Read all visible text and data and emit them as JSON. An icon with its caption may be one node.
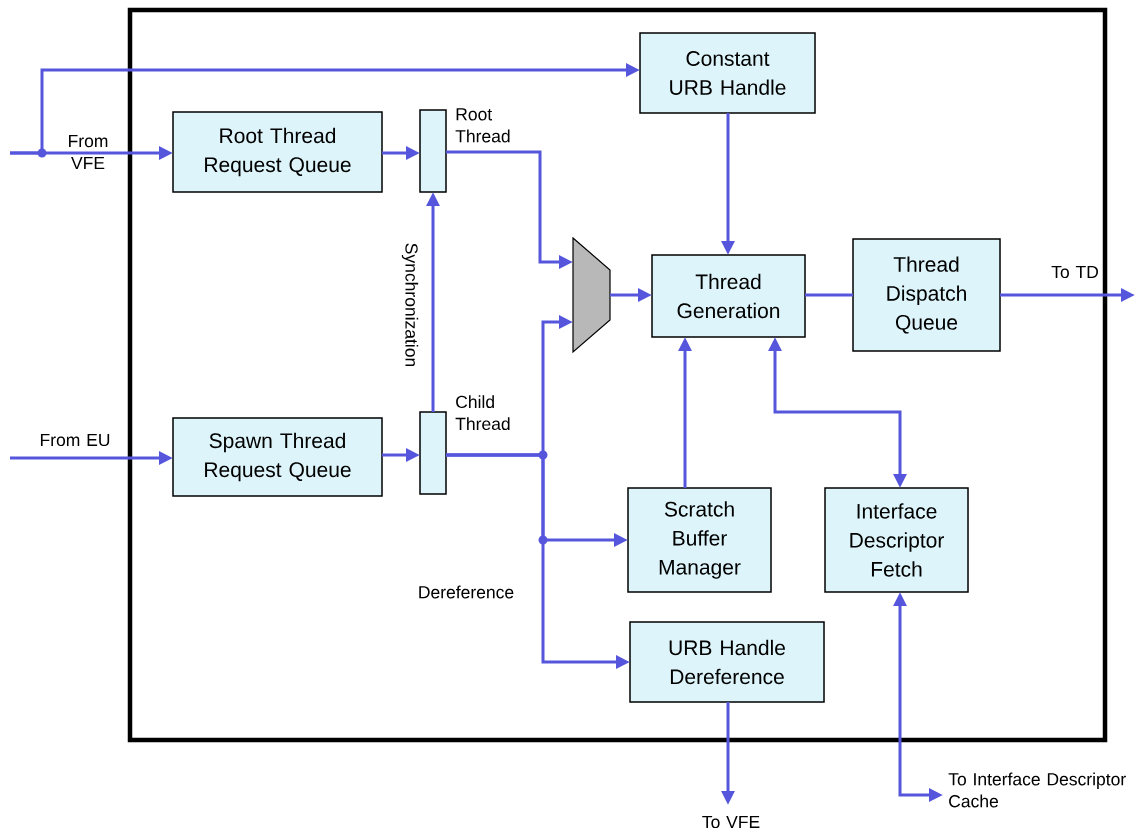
{
  "diagram": {
    "nodes": [
      {
        "text": [],
        "shape": "box"
      },
      {
        "text": [
          "Constant URB Handle"
        ],
        "in": 0
      },
      {
        "text": [
          "Root Thread Request Queue"
        ],
        "in": 0
      },
      {
        "text": [
          "Spawn Thread Request Queue"
        ],
        "in": 0
      },
      {
        "text": [],
        "shape": "bar",
        "in": 0,
        "beside": [
          "Root Thread"
        ]
      },
      {
        "text": [],
        "shape": "bar",
        "in": 0,
        "beside": [
          "Child Thread"
        ]
      },
      {
        "text": [],
        "shape": "trapezoid",
        "in": 0
      },
      {
        "text": [
          "Thread Generation"
        ],
        "in": 0
      },
      {
        "text": [
          "Thread Dispatch Queue"
        ],
        "in": 0
      },
      {
        "text": [
          "Scratch Buffer Manager"
        ],
        "in": 0
      },
      {
        "text": [
          "Interface Descriptor Fetch"
        ],
        "in": 0
      },
      {
        "text": [
          "URB Handle Dereference"
        ],
        "in": 0
      }
    ],
    "edges": [
      {
        "from": null,
        "to": 2,
        "arrow": "to",
        "label": "From VFE"
      },
      {
        "from": null,
        "to": 1,
        "arrow": "to"
      },
      {
        "from": 2,
        "to": 4,
        "arrow": "to"
      },
      {
        "from": null,
        "to": 3,
        "arrow": "to",
        "label": "From EU"
      },
      {
        "from": 3,
        "to": 5,
        "arrow": "to"
      },
      {
        "from": 5,
        "to": 4,
        "arrow": "to",
        "label": "Synchronization"
      },
      {
        "from": 4,
        "to": 6,
        "arrow": "to"
      },
      {
        "from": 5,
        "to": 6,
        "arrow": "to"
      },
      {
        "from": 5,
        "to": 9,
        "arrow": "to"
      },
      {
        "from": 5,
        "to": 11,
        "arrow": "to",
        "label": "Dereference"
      },
      {
        "from": 6,
        "to": 7,
        "arrow": "to"
      },
      {
        "from": 1,
        "to": 7,
        "arrow": "to"
      },
      {
        "from": 7,
        "to": 8,
        "arrow": "none"
      },
      {
        "from": 8,
        "to": null,
        "arrow": "to",
        "label": "To TD"
      },
      {
        "from": 9,
        "to": 7,
        "arrow": "to"
      },
      {
        "from": 7,
        "to": 10,
        "arrow": "both"
      },
      {
        "from": 10,
        "to": null,
        "arrow": "both",
        "label": "To Interface Descriptor Cache"
      },
      {
        "from": 11,
        "to": null,
        "arrow": "to",
        "label": "To VFE"
      }
    ]
  }
}
